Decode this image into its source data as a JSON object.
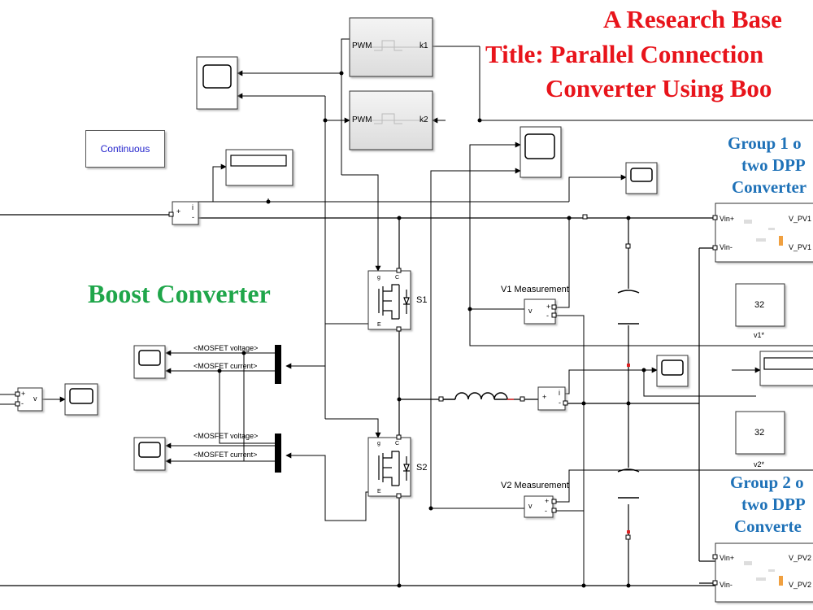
{
  "title": {
    "line1": "A Research Base",
    "line2": "Title: Parallel Connection",
    "line3": "Converter Using Boo"
  },
  "boost_label": "Boost Converter",
  "group1": {
    "line1": "Group 1 o",
    "line2": "two DPP",
    "line3": "Converter"
  },
  "group2": {
    "line1": "Group 2 o",
    "line2": "two DPP",
    "line3": "Converte"
  },
  "powergui": "Continuous",
  "pwm_blocks": [
    {
      "input": "PWM",
      "output": "k1"
    },
    {
      "input": "PWM",
      "output": "k2"
    }
  ],
  "switches": [
    "S1",
    "S2"
  ],
  "v_measure": [
    "V1 Measurement",
    "V2 Measurement"
  ],
  "constants": [
    {
      "value": "32",
      "label": "v1*"
    },
    {
      "value": "32",
      "label": "v2*"
    }
  ],
  "bus_signals": {
    "s1_voltage": "<MOSFET voltage>",
    "s1_current": "<MOSFET current>",
    "s2_voltage": "<MOSFET voltage>",
    "s2_current": "<MOSFET current>"
  },
  "dpp_ports": {
    "vin_plus": "Vin+",
    "vin_minus": "Vin-",
    "v_pv1": "V_PV1",
    "v_pv2": "V_PV2"
  },
  "pin_labels": {
    "plus": "+",
    "minus": "-",
    "v": "v",
    "i": "i",
    "g": "g",
    "c": "C",
    "e": "E"
  },
  "colors": {
    "title": "#e8141b",
    "boost": "#1fa64a",
    "group": "#1f72b8",
    "powergui_text": "#2424cc"
  }
}
